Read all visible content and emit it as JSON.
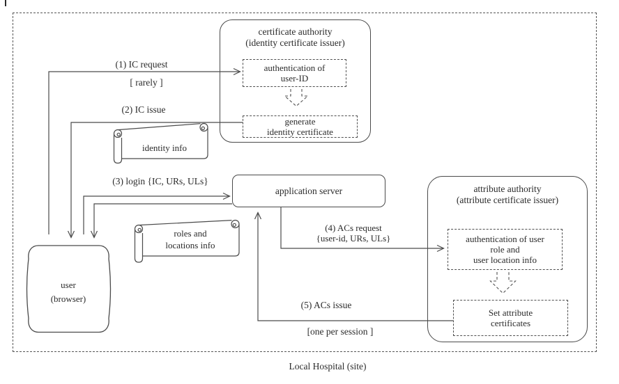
{
  "diagram": {
    "site_label": "Local Hospital (site)",
    "certificate_authority": {
      "title_line1": "certificate authority",
      "title_line2": "(identity certificate issuer)",
      "auth_line1": "authentication of",
      "auth_line2": "user-ID",
      "generate_line1": "generate",
      "generate_line2": "identity certificate"
    },
    "application_server": {
      "label": "application server"
    },
    "attribute_authority": {
      "title_line1": "attribute authority",
      "title_line2": "(attribute certificate issuer)",
      "auth_line1": "authentication of user",
      "auth_line2": "role and",
      "auth_line3": "user location info",
      "set_line1": "Set attribute",
      "set_line2": "certificates"
    },
    "user": {
      "line1": "user",
      "line2": "(browser)"
    },
    "scrolls": {
      "identity_info": "identity info",
      "roles_line1": "roles and",
      "roles_line2": "locations info"
    },
    "flows": {
      "f1": "(1) IC request",
      "f1_note": "[ rarely ]",
      "f2": "(2) IC issue",
      "f3": "(3) login {IC, URs, ULs}",
      "f4_line1": "(4) ACs request",
      "f4_line2": "{user-id, URs, ULs}",
      "f5": "(5) ACs issue",
      "f5_note": "[one per session ]"
    },
    "colors": {
      "ink": "#4a4a4a",
      "text": "#2b2b2b",
      "background": "#ffffff"
    }
  }
}
